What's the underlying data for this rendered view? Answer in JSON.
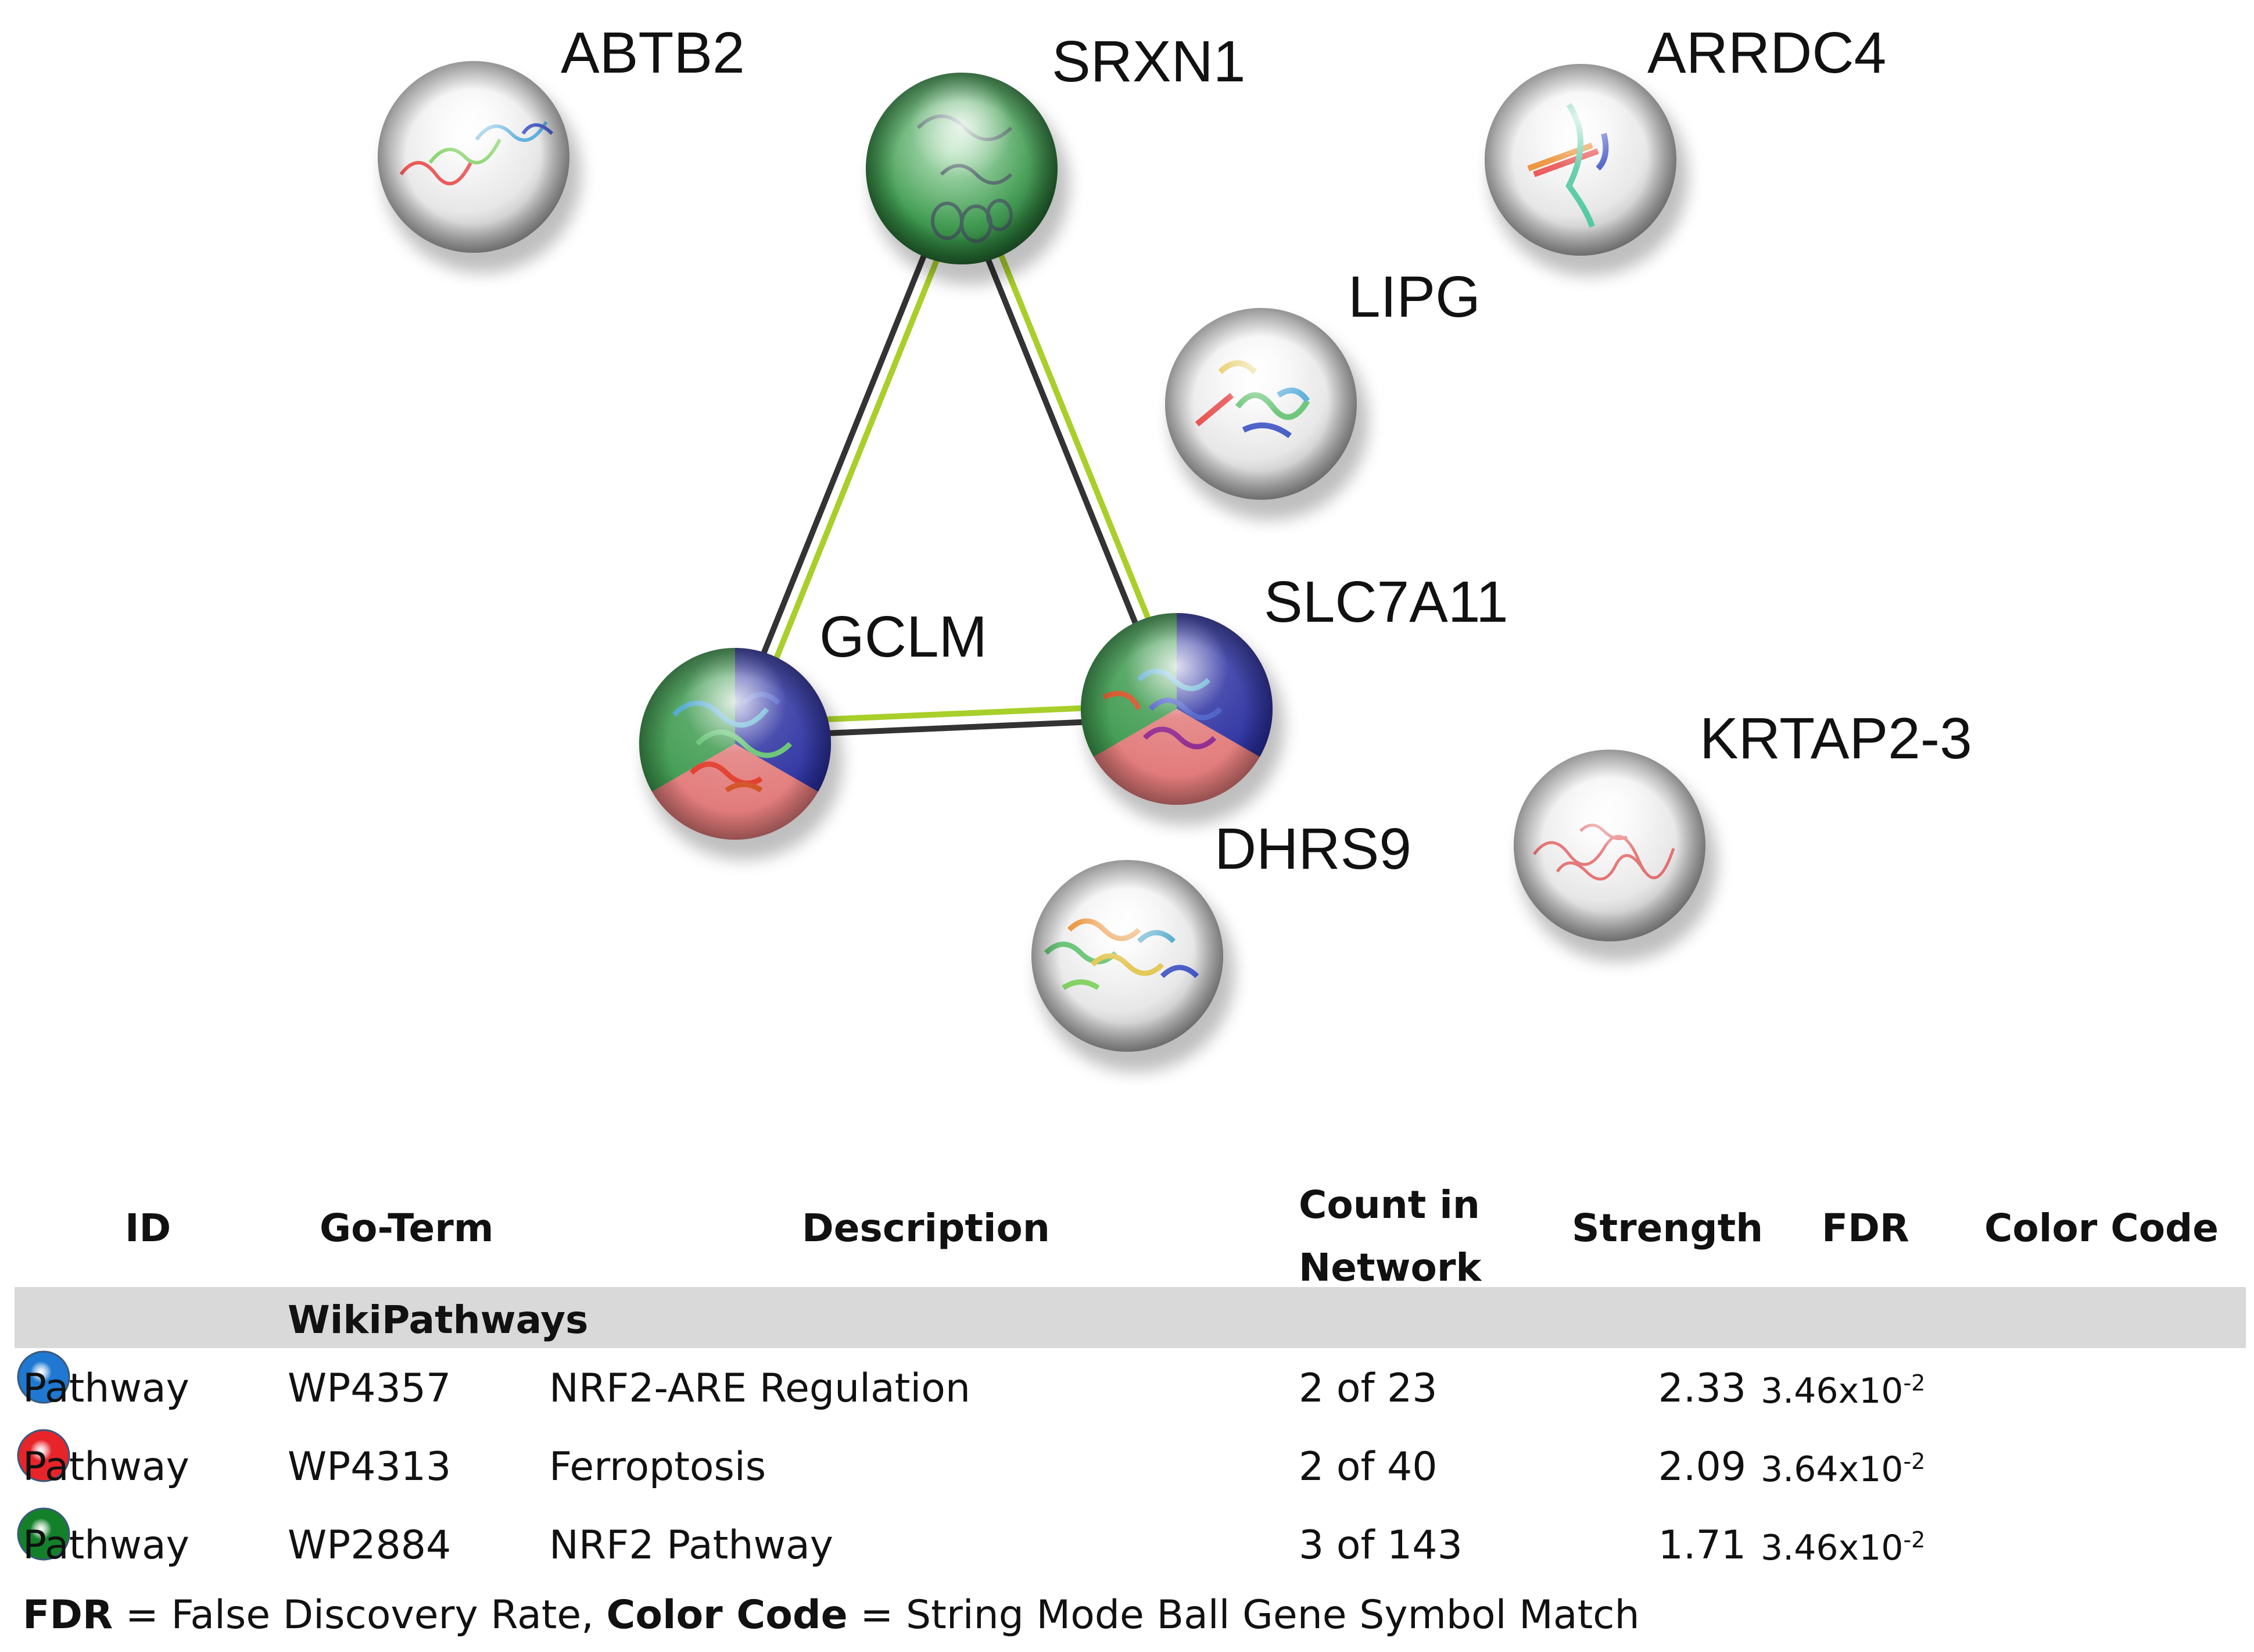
{
  "network": {
    "nodes": [
      {
        "id": "ABTB2",
        "label": "ABTB2",
        "fill": "plain",
        "label_anchor": "start"
      },
      {
        "id": "SRXN1",
        "label": "SRXN1",
        "fill": "green",
        "label_anchor": "start"
      },
      {
        "id": "ARRDC4",
        "label": "ARRDC4",
        "fill": "plain",
        "label_anchor": "start"
      },
      {
        "id": "LIPG",
        "label": "LIPG",
        "fill": "plain",
        "label_anchor": "start"
      },
      {
        "id": "GCLM",
        "label": "GCLM",
        "fill": "tri",
        "label_anchor": "start"
      },
      {
        "id": "SLC7A11",
        "label": "SLC7A11",
        "fill": "tri",
        "label_anchor": "start"
      },
      {
        "id": "DHRS9",
        "label": "DHRS9",
        "fill": "plain",
        "label_anchor": "start"
      },
      {
        "id": "KRTAP2-3",
        "label": "KRTAP2-3",
        "fill": "plain",
        "label_anchor": "start"
      }
    ],
    "edges": [
      {
        "from": "SRXN1",
        "to": "GCLM",
        "colors": [
          "#333333",
          "#a8cf2a"
        ]
      },
      {
        "from": "SRXN1",
        "to": "SLC7A11",
        "colors": [
          "#333333",
          "#a8cf2a"
        ]
      },
      {
        "from": "GCLM",
        "to": "SLC7A11",
        "colors": [
          "#a8cf2a",
          "#333333"
        ]
      }
    ],
    "colors": {
      "green": "#3d9a4e",
      "blue": "#2a2fa0",
      "red": "#e27a7a",
      "plain": "#d8d8d8"
    }
  },
  "table": {
    "headers": {
      "id": "ID",
      "go_term": "Go-Term",
      "description": "Description",
      "count_line1": "Count in",
      "count_line2": "Network",
      "strength": "Strength",
      "fdr": "FDR",
      "color_code": "Color Code"
    },
    "group_label": "WikiPathways",
    "rows": [
      {
        "id": "Pathway",
        "go_term": "WP4357",
        "description": "NRF2-ARE Regulation",
        "count": "2 of 23",
        "strength": "2.33",
        "fdr_base": "3.46x10",
        "fdr_exp": "-2",
        "color": "#1f78d1"
      },
      {
        "id": "Pathway",
        "go_term": "WP4313",
        "description": "Ferroptosis",
        "count": "2 of 40",
        "strength": "2.09",
        "fdr_base": "3.64x10",
        "fdr_exp": "-2",
        "color": "#e8242b"
      },
      {
        "id": "Pathway",
        "go_term": "WP2884",
        "description": "NRF2 Pathway",
        "count": "3 of 143",
        "strength": "1.71",
        "fdr_base": "3.46x10",
        "fdr_exp": "-2",
        "color": "#14802a"
      }
    ],
    "footnote": {
      "term1": "FDR",
      "def1": " = False Discovery Rate, ",
      "term2": "Color Code",
      "def2": " = String Mode Ball Gene Symbol Match"
    }
  }
}
